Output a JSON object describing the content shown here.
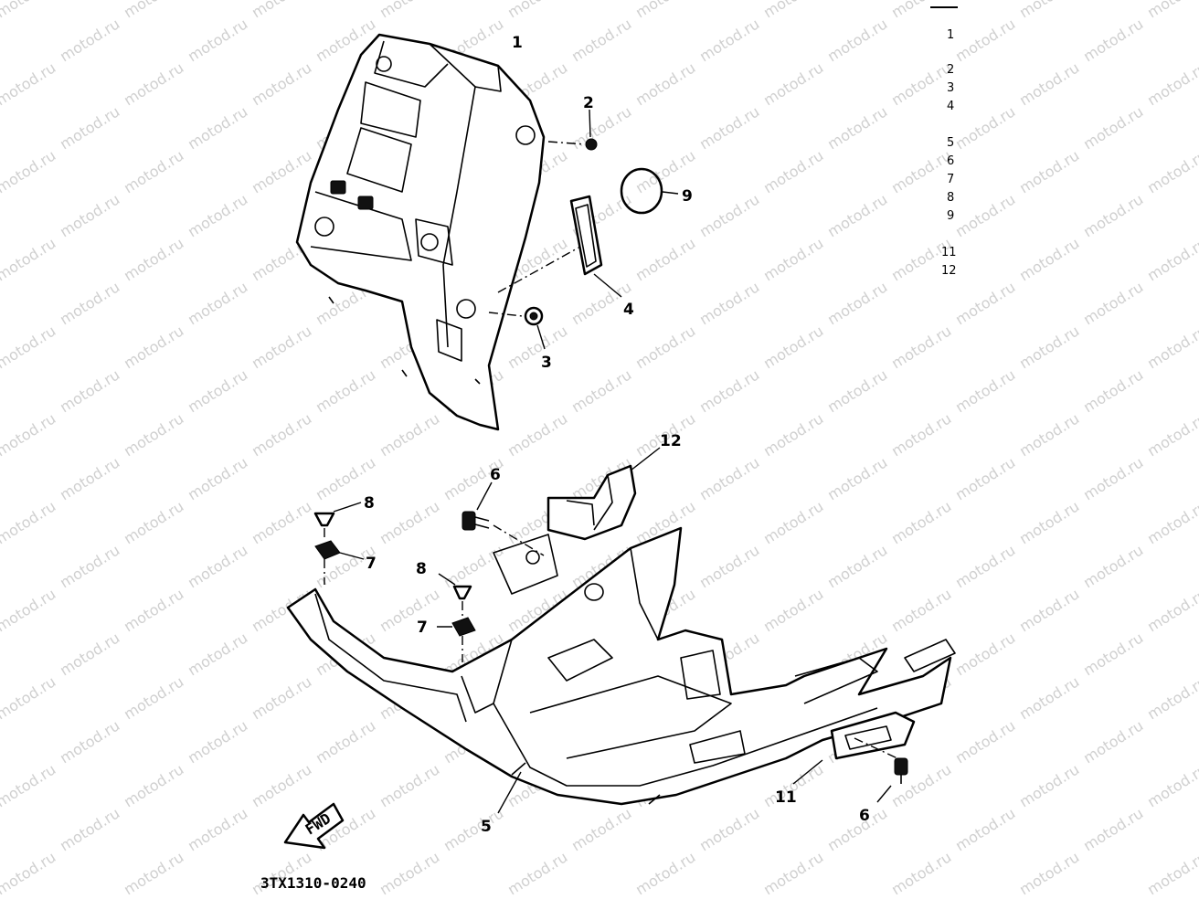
{
  "watermark": "motod.ru",
  "diagram_code": "3TX1310-0240",
  "fwd_label": "FWD",
  "callouts": {
    "c1": "1",
    "c2": "2",
    "c3": "3",
    "c4": "4",
    "c5": "5",
    "c6a": "6",
    "c6b": "6",
    "c7a": "7",
    "c7b": "7",
    "c8a": "8",
    "c8b": "8",
    "c9": "9",
    "c11": "11",
    "c12": "12"
  },
  "reference_column": [
    "1",
    "2",
    "3",
    "4",
    "5",
    "6",
    "7",
    "8",
    "9",
    "11",
    "12"
  ]
}
